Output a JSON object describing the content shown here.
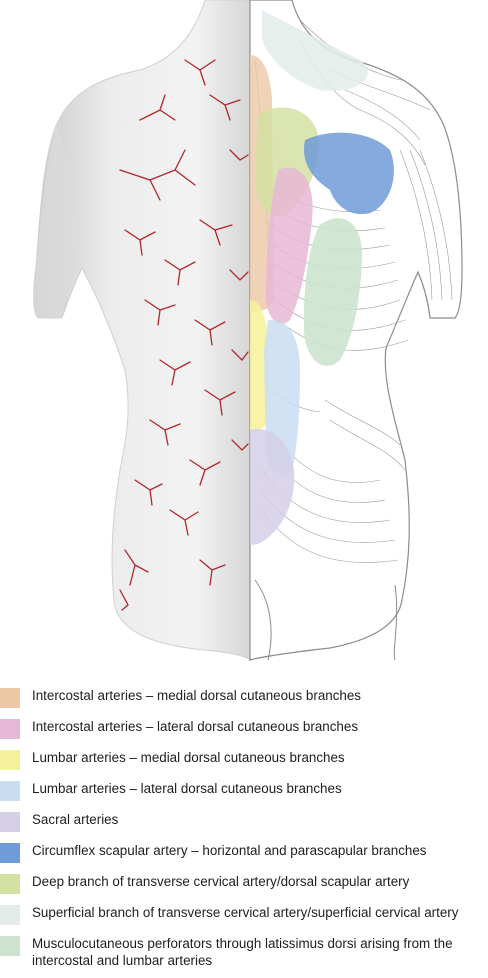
{
  "legend": {
    "items": [
      {
        "label": "Intercostal arteries – medial dorsal cutaneous branches",
        "color": "#ecc8a4"
      },
      {
        "label": "Intercostal arteries – lateral dorsal cutaneous branches",
        "color": "#e6b7d6"
      },
      {
        "label": "Lumbar arteries – medial dorsal cutaneous branches",
        "color": "#f6f29b"
      },
      {
        "label": "Lumbar arteries – lateral dorsal cutaneous branches",
        "color": "#c9ddf2"
      },
      {
        "label": "Sacral arteries",
        "color": "#d5cfe8"
      },
      {
        "label": "Circumflex scapular artery – horizontal and parascapular branches",
        "color": "#6f9bd8"
      },
      {
        "label": "Deep branch of transverse cervical artery/dorsal scapular artery",
        "color": "#d3e1a2"
      },
      {
        "label": "Superficial branch of transverse cervical artery/superficial cervical artery",
        "color": "#e3ece9"
      },
      {
        "label": "Musculocutaneous perforators through latissimus dorsi arising from the intercostal and lumbar arteries",
        "color": "#cde3cf"
      }
    ]
  }
}
